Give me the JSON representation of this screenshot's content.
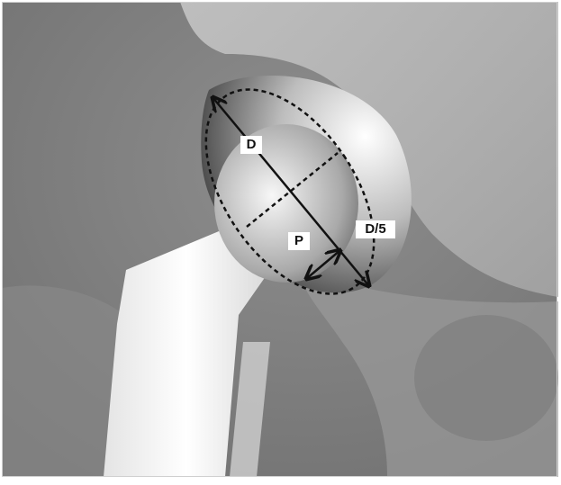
{
  "labels": {
    "diameter": "D",
    "depth": "P",
    "fifth_diameter": "D/5"
  },
  "colors": {
    "bone": "#9d9d9d",
    "implant": "#f3f3f3",
    "cup_dark": "#3a3a3a",
    "cup_light": "#ffffff",
    "annotation": "#111111"
  }
}
